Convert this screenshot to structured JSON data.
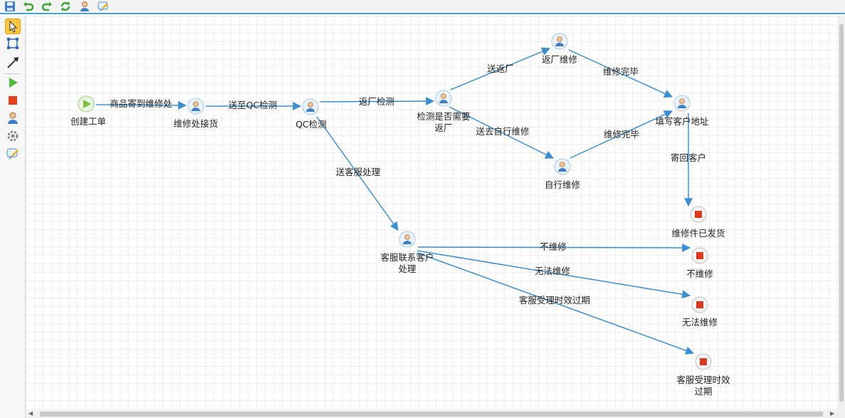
{
  "toolbar": {
    "buttons": [
      {
        "name": "save-icon"
      },
      {
        "name": "undo-icon"
      },
      {
        "name": "redo-icon"
      },
      {
        "name": "refresh-icon"
      },
      {
        "name": "user-icon"
      },
      {
        "name": "comment-icon"
      }
    ]
  },
  "palette": {
    "tools": [
      {
        "name": "select-tool-icon",
        "active": true
      },
      {
        "name": "marquee-tool-icon"
      },
      {
        "name": "connection-tool-icon"
      },
      {
        "name": "start-node-tool-icon"
      },
      {
        "name": "end-node-tool-icon"
      },
      {
        "name": "user-task-tool-icon"
      },
      {
        "name": "service-task-tool-icon"
      },
      {
        "name": "comment-tool-icon"
      }
    ]
  },
  "colors": {
    "edge": "#3b8fd0",
    "start": "#7cc242",
    "end": "#d9391c",
    "task": "#5aa0d8",
    "accent": "#4aa3d8"
  },
  "nodes": {
    "create_order": {
      "label": "创建工单",
      "type": "start"
    },
    "repair_receive": {
      "label": "维修处接货",
      "type": "task"
    },
    "qc": {
      "label": "QC检测",
      "type": "task"
    },
    "check_return": {
      "label": [
        "检测是否需要",
        "返厂"
      ],
      "type": "task"
    },
    "factory_repair": {
      "label": "返厂维修",
      "type": "task"
    },
    "self_repair": {
      "label": "自行维修",
      "type": "task"
    },
    "fill_address": {
      "label": "填写客户地址",
      "type": "task"
    },
    "shipped": {
      "label": "维修件已发货",
      "type": "end"
    },
    "cs_contact": {
      "label": [
        "客服联系客户",
        "处理"
      ],
      "type": "task"
    },
    "no_repair": {
      "label": "不维修",
      "type": "end"
    },
    "cannot_repair": {
      "label": "无法维修",
      "type": "end"
    },
    "expired": {
      "label": [
        "客服受理时效",
        "过期"
      ],
      "type": "end"
    }
  },
  "edges": [
    {
      "label": "商品寄到维修处"
    },
    {
      "label": "送至QC检测"
    },
    {
      "label": "返厂检测"
    },
    {
      "label": "送返厂"
    },
    {
      "label": "送去自行维修"
    },
    {
      "label": "维修完毕"
    },
    {
      "label": "维修完毕"
    },
    {
      "label": "寄回客户"
    },
    {
      "label": "送客服处理"
    },
    {
      "label": "不维修"
    },
    {
      "label": "无法维修"
    },
    {
      "label": "客服受理时效过期"
    }
  ]
}
